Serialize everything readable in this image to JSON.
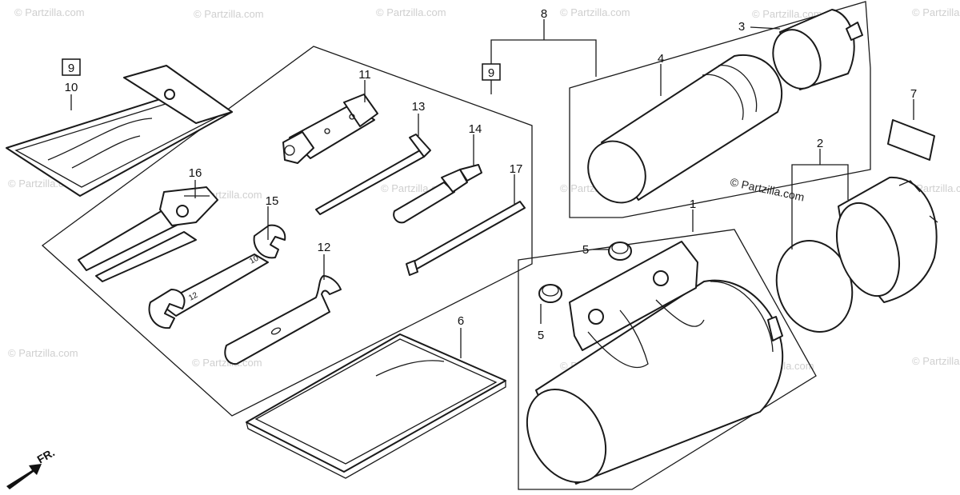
{
  "callouts": {
    "c1": "1",
    "c2": "2",
    "c3": "3",
    "c4": "4",
    "c5a": "5",
    "c5b": "5",
    "c6": "6",
    "c7": "7",
    "c8": "8",
    "c9a": "9",
    "c9b": "9",
    "c10": "10",
    "c11": "11",
    "c12": "12",
    "c13": "13",
    "c14": "14",
    "c15": "15",
    "c16": "16",
    "c17": "17"
  },
  "watermark": "© Partzilla.com",
  "center_watermark": "© Partzilla.com",
  "front_indicator": "FR.",
  "wrench_marks": {
    "w12": "12",
    "w10": "10"
  },
  "colors": {
    "line": "#1a1a1a",
    "watermark": "#cfcfcf"
  }
}
